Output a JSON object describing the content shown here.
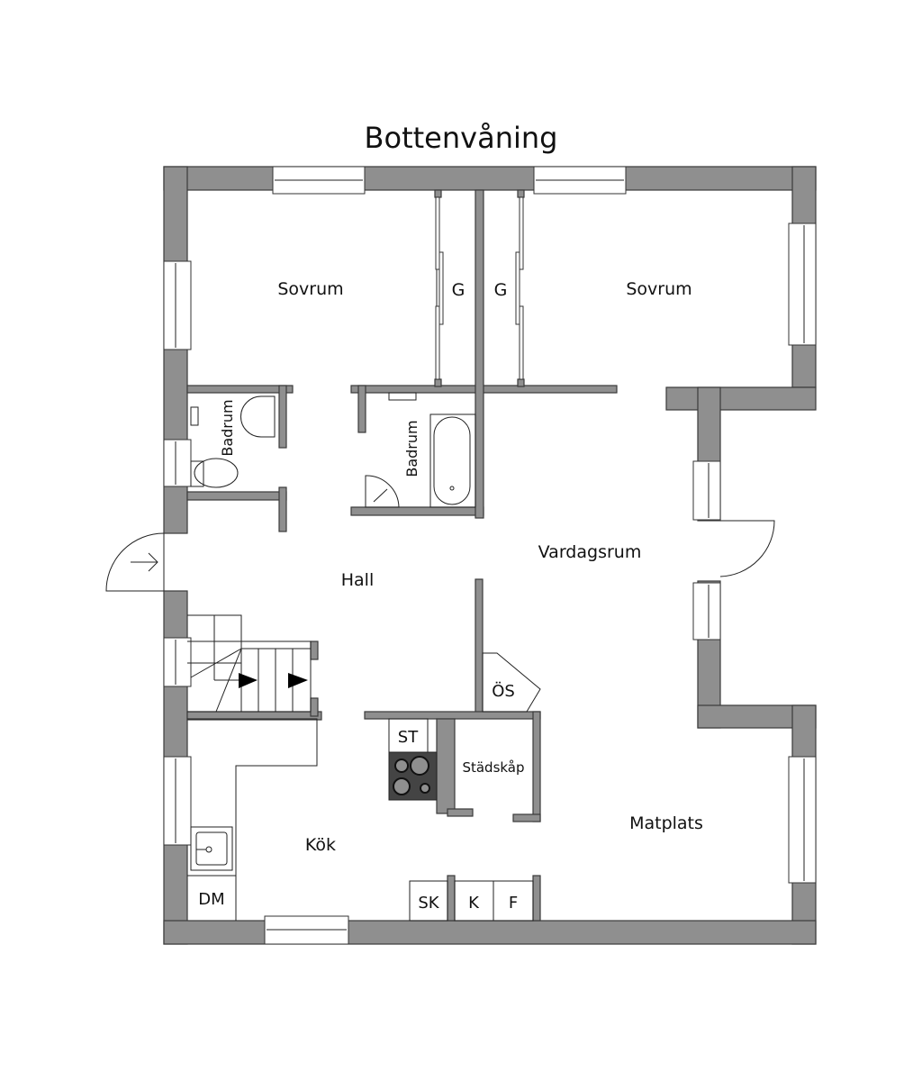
{
  "title": "Bottenvåning",
  "rooms": {
    "sovrum_left": "Sovrum",
    "sovrum_right": "Sovrum",
    "closet_left": "G",
    "closet_right": "G",
    "badrum_small": "Badrum",
    "badrum_large": "Badrum",
    "hall": "Hall",
    "vardagsrum": "Vardagsrum",
    "kok": "Kök",
    "matplats": "Matplats",
    "stadskap": "Städskåp"
  },
  "fixtures": {
    "os": "ÖS",
    "st": "ST",
    "dm": "DM",
    "sk": "SK",
    "k": "K",
    "f": "F"
  },
  "colors": {
    "wall": "#8f8f8f",
    "stove": "#444444"
  }
}
